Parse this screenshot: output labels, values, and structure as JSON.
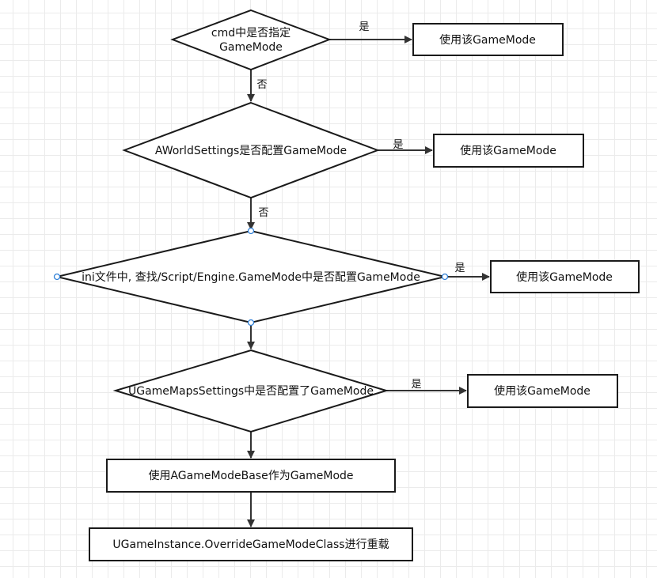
{
  "nodes": {
    "d1_line1": "cmd中是否指定",
    "d1_line2": "GameMode",
    "d2": "AWorldSettings是否配置GameMode",
    "d3": "ini文件中, 查找/Script/Engine.GameMode中是否配置GameMode",
    "d4": "UGameMapsSettings中是否配置了GameMode",
    "r1": "使用该GameMode",
    "r2": "使用该GameMode",
    "r3": "使用该GameMode",
    "r4": "使用该GameMode",
    "fallback": "使用AGameModeBase作为GameMode",
    "override": "UGameInstance.OverrideGameModeClass进行重载"
  },
  "edges": {
    "yes1": "是",
    "yes2": "是",
    "yes3": "是",
    "yes4": "是",
    "no1": "否",
    "no2": "否"
  }
}
